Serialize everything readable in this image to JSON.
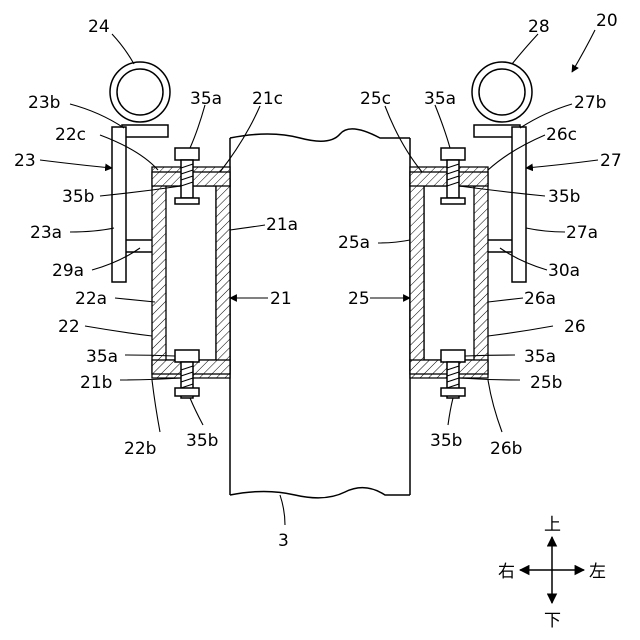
{
  "labels": {
    "l20": "20",
    "l24": "24",
    "l28": "28",
    "l23b": "23b",
    "l35a_tl": "35a",
    "l21c": "21c",
    "l25c": "25c",
    "l35a_tr": "35a",
    "l27b": "27b",
    "l22c": "22c",
    "l26c": "26c",
    "l23": "23",
    "l27": "27",
    "l35b_l": "35b",
    "l35b_r": "35b",
    "l23a": "23a",
    "l21a": "21a",
    "l25a": "25a",
    "l27a": "27a",
    "l29a": "29a",
    "l30a": "30a",
    "l22a": "22a",
    "l21": "21",
    "l25": "25",
    "l26a": "26a",
    "l22": "22",
    "l26": "26",
    "l35a_bl": "35a",
    "l35a_br": "35a",
    "l21b": "21b",
    "l25b": "25b",
    "l22b": "22b",
    "l35b_bl": "35b",
    "l35b_br": "35b",
    "l26b": "26b",
    "l3": "3"
  },
  "compass": {
    "up": "上",
    "down": "下",
    "right": "右",
    "left": "左"
  }
}
